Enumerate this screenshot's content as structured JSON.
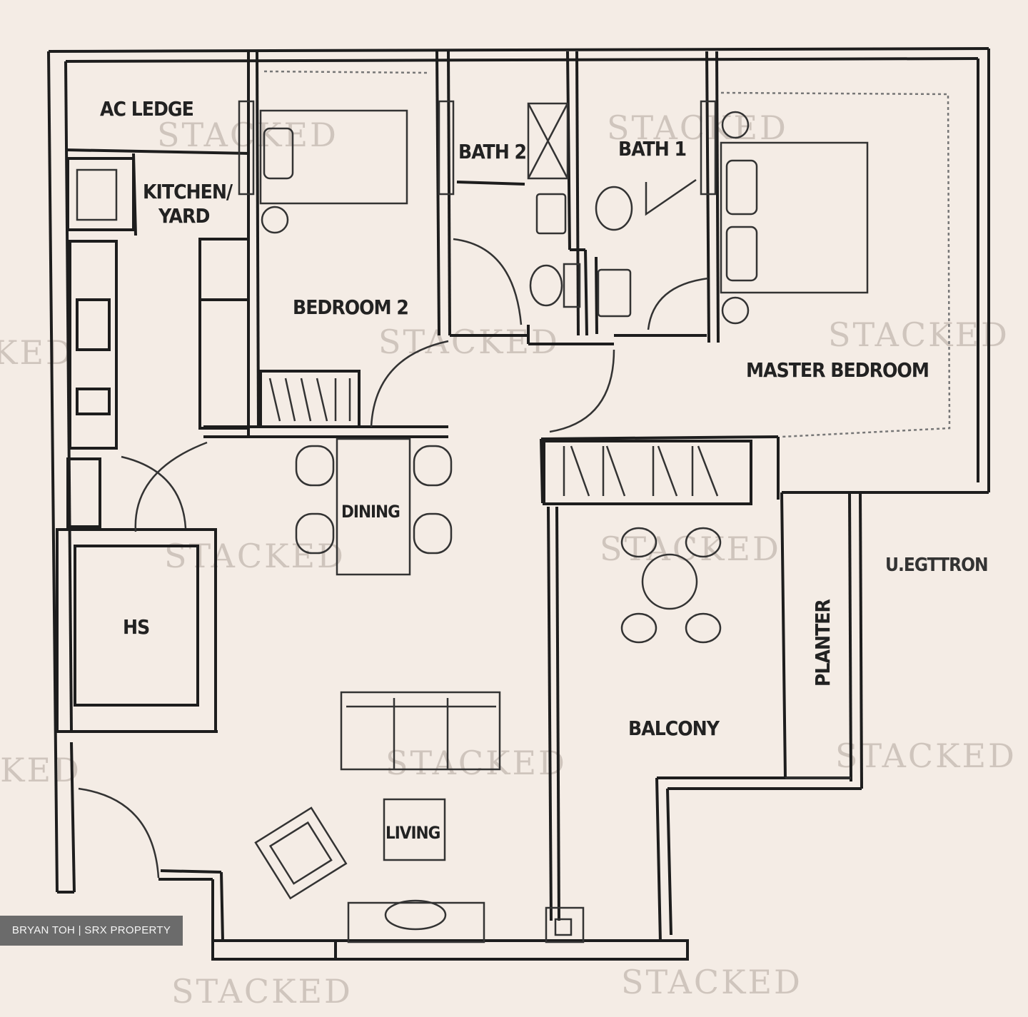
{
  "rooms": {
    "ac_ledge": "AC LEDGE",
    "kitchen_line1": "KITCHEN/",
    "kitchen_line2": "YARD",
    "bedroom2": "BEDROOM 2",
    "bath2": "BATH 2",
    "bath1": "BATH 1",
    "master_bedroom": "MASTER BEDROOM",
    "dining": "DINING",
    "hs": "HS",
    "balcony": "BALCONY",
    "planter": "PLANTER",
    "living": "LIVING",
    "outside_label": "U.EGTTRON"
  },
  "watermark": "STACKED",
  "credit": "BRYAN TOH | SRX PROPERTY"
}
